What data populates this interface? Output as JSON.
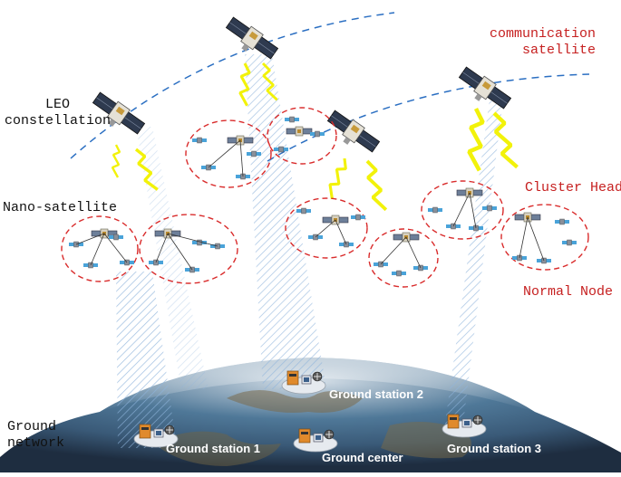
{
  "labels": {
    "leo": "LEO\nconstellation",
    "comm": "communication\nsatellite",
    "nano": "Nano-satellite",
    "cluster_head": "Cluster Head",
    "normal_node": "Normal Node",
    "ground_network": "Ground\nnetwork"
  },
  "stations": {
    "gs1": "Ground station 1",
    "gs2": "Ground station 2",
    "gs3": "Ground station 3",
    "center": "Ground center"
  },
  "colors": {
    "cluster_ring": "#d92b2b",
    "orbit": "#2b6fc2",
    "lightning": "#f2f20a",
    "beam": "#8fb4dc",
    "earth_ocean": "#3e6f93",
    "earth_land": "#7a6a4a"
  }
}
